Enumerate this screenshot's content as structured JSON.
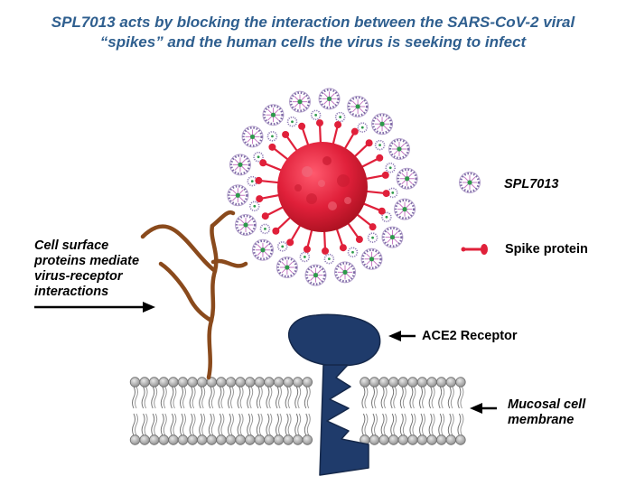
{
  "title": {
    "line1": "SPL7013 acts by blocking the interaction between the SARS-CoV-2 viral",
    "line2": "“spikes” and the human cells the virus is seeking to infect"
  },
  "legend": {
    "spl7013": "SPL7013",
    "spike": "Spike protein"
  },
  "labels": {
    "cell_surface": [
      "Cell surface",
      "proteins mediate",
      "virus-receptor",
      "interactions"
    ],
    "ace2": "ACE2 Receptor",
    "membrane": [
      "Mucosal cell",
      "membrane"
    ]
  },
  "colors": {
    "title": "#2f5f8f",
    "virus": "#e0203a",
    "receptor": "#1f3b6b",
    "protein_strand": "#8a4a1c",
    "membrane_head": "#9a9a9a"
  }
}
